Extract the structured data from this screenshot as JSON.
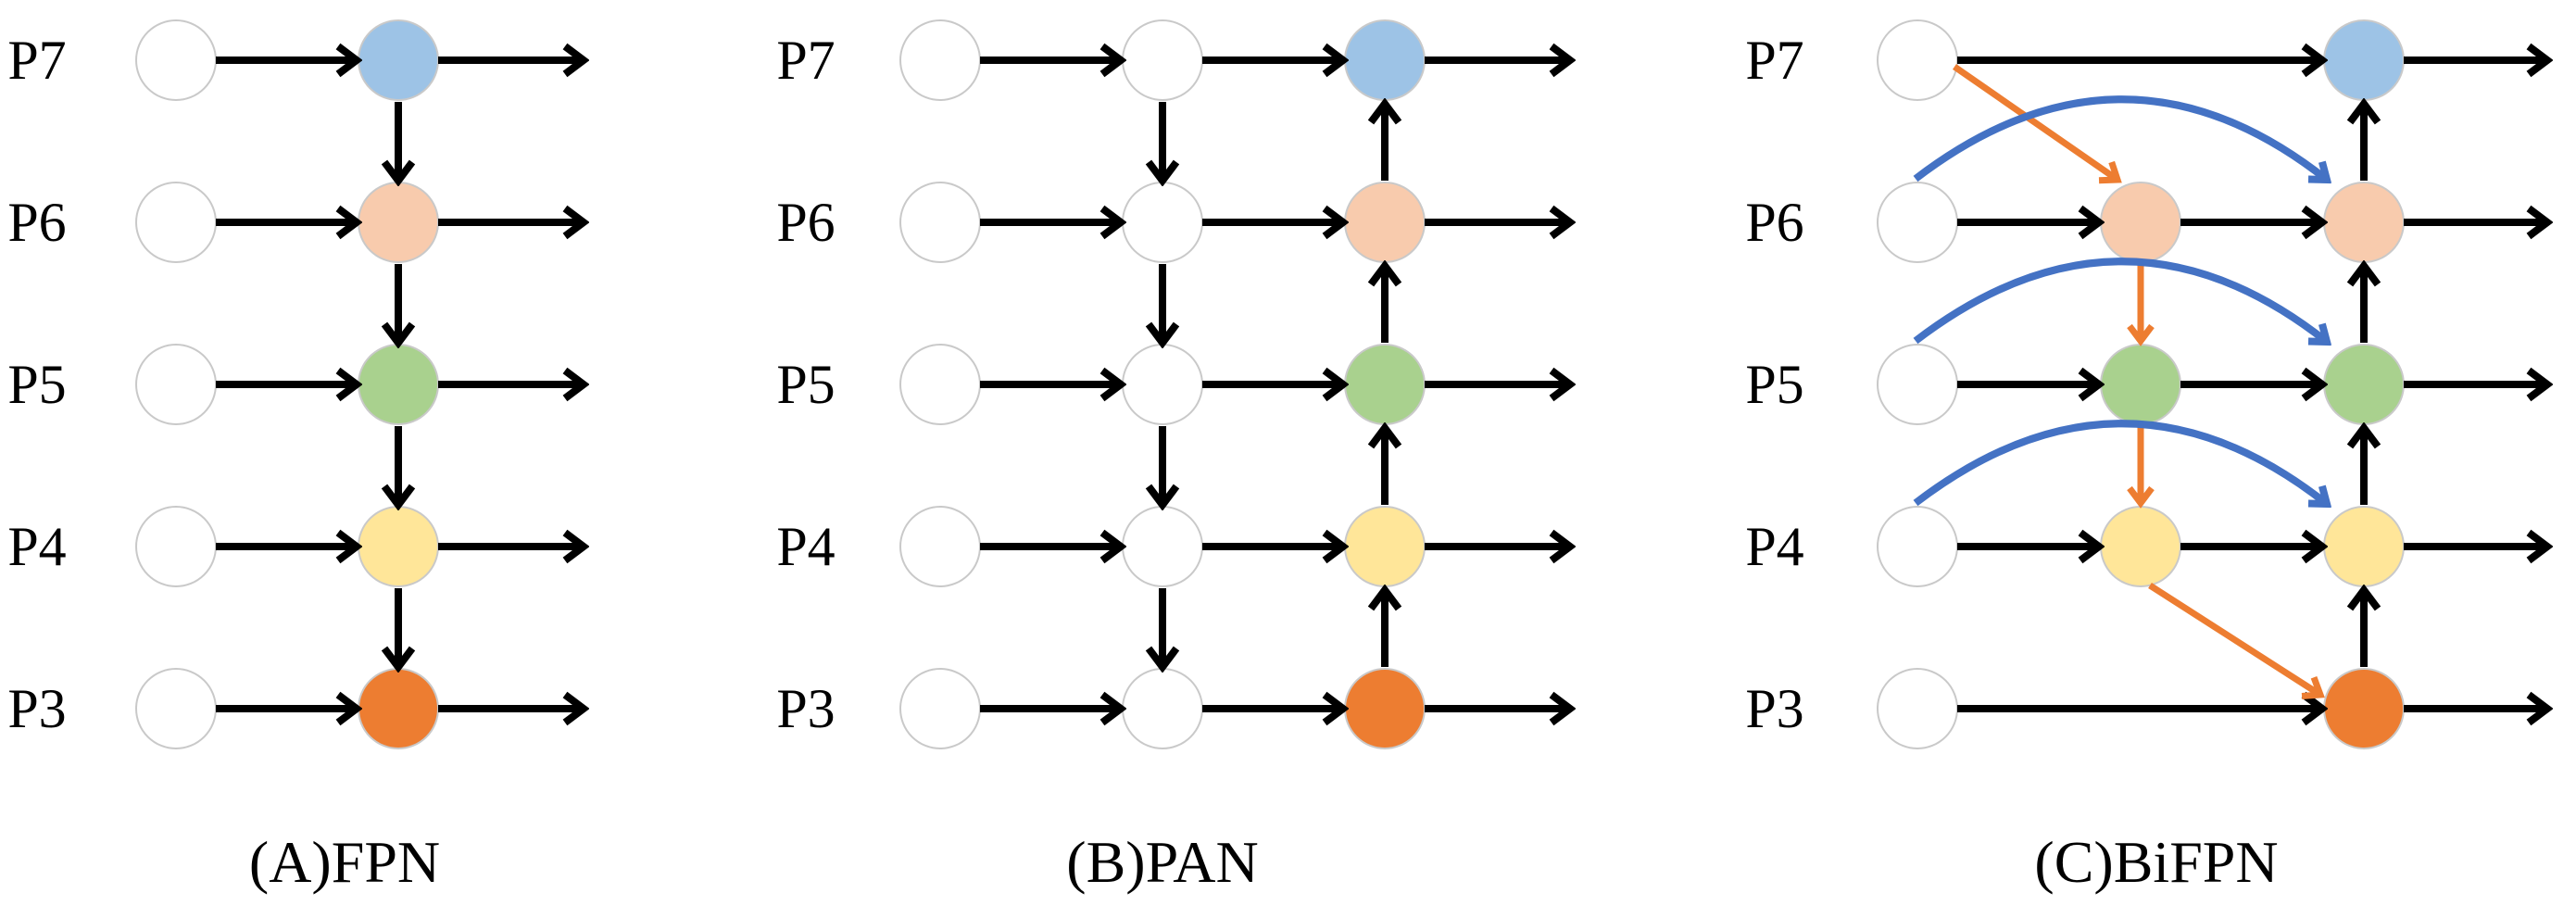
{
  "panels": [
    {
      "id": "A",
      "caption": "(A)FPN",
      "rows": [
        {
          "label": "P7",
          "node_color": "#9DC3E6"
        },
        {
          "label": "P6",
          "node_color": "#F8CBAD"
        },
        {
          "label": "P5",
          "node_color": "#A9D18E"
        },
        {
          "label": "P4",
          "node_color": "#FFE699"
        },
        {
          "label": "P3",
          "node_color": "#ED7D31"
        }
      ],
      "structure": {
        "columns": [
          "input",
          "fused"
        ],
        "horizontal_edges": "input -> fused -> output on every level",
        "top_down_edges": [
          "P7->P6",
          "P6->P5",
          "P5->P4",
          "P4->P3"
        ]
      }
    },
    {
      "id": "B",
      "caption": "(B)PAN",
      "rows": [
        {
          "label": "P7",
          "node_color": "#9DC3E6"
        },
        {
          "label": "P6",
          "node_color": "#F8CBAD"
        },
        {
          "label": "P5",
          "node_color": "#A9D18E"
        },
        {
          "label": "P4",
          "node_color": "#FFE699"
        },
        {
          "label": "P3",
          "node_color": "#ED7D31"
        }
      ],
      "structure": {
        "columns": [
          "input",
          "intermediate",
          "fused"
        ],
        "horizontal_edges": "input -> intermediate -> fused -> output on every level",
        "top_down_edges": [
          "P7->P6",
          "P6->P5",
          "P5->P4",
          "P4->P3"
        ],
        "bottom_up_edges": [
          "P3->P4",
          "P4->P5",
          "P5->P6",
          "P6->P7"
        ]
      }
    },
    {
      "id": "C",
      "caption": "(C)BiFPN",
      "rows": [
        {
          "label": "P7",
          "node_color": "#9DC3E6"
        },
        {
          "label": "P6",
          "node_color": "#F8CBAD"
        },
        {
          "label": "P5",
          "node_color": "#A9D18E"
        },
        {
          "label": "P4",
          "node_color": "#FFE699"
        },
        {
          "label": "P3",
          "node_color": "#ED7D31"
        }
      ],
      "structure": {
        "columns": [
          "input",
          "intermediate",
          "output"
        ],
        "horizontal_edges": "input -> intermediate -> output on P6/P5/P4; input -> output on P7/P3",
        "top_down_edges_orange": [
          "P7_in->P6_mid",
          "P6_mid->P5_mid",
          "P5_mid->P4_mid",
          "P4_mid->P3_out"
        ],
        "bottom_up_edges_black": [
          "P3_out->P4_out",
          "P4_out->P5_out",
          "P5_out->P6_out",
          "P6_out->P7_out"
        ],
        "skip_edges_blue": [
          "P6_in->P6_out",
          "P5_in->P5_out",
          "P4_in->P4_out"
        ]
      }
    }
  ],
  "colors": {
    "node_blue": "#9DC3E6",
    "node_peach": "#F8CBAD",
    "node_green": "#A9D18E",
    "node_yellow": "#FFE699",
    "node_orange": "#ED7D31",
    "edge_black": "#000000",
    "edge_orange": "#ED7D31",
    "edge_blue": "#4472C4",
    "node_outline": "#C9C9C9",
    "background": "#FFFFFF"
  }
}
